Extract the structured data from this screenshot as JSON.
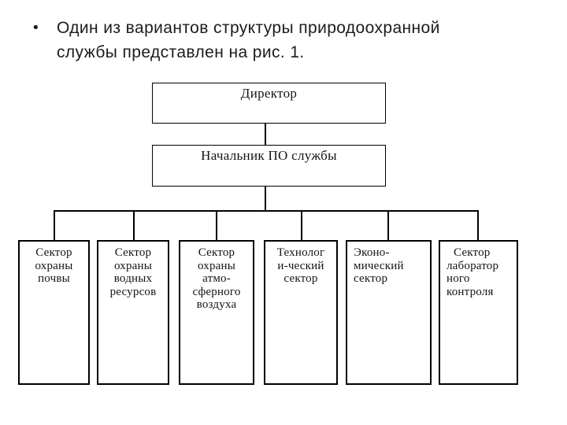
{
  "slide": {
    "title": {
      "bullet": "•",
      "line1": "Один из вариантов структуры природоохранной",
      "line2": "службы представлен на рис. 1."
    }
  },
  "org_chart": {
    "director": {
      "label": "Директор"
    },
    "chief": {
      "label": "Начальник ПО службы"
    },
    "sectors": [
      {
        "text": "Сектор охраны почвы",
        "lines": [
          "Сектор",
          "охраны",
          "почвы"
        ]
      },
      {
        "text": "Сектор охраны водных ресурсов",
        "lines": [
          "Сектор",
          "охраны",
          "водных",
          "ресурсов"
        ]
      },
      {
        "text": "Сектор охраны атмо­сферного воздуха",
        "lines": [
          "Сектор",
          "охраны",
          "атмо-",
          "сферного",
          "воздуха"
        ]
      },
      {
        "text": "Технолог­и-ческий сектор",
        "lines": [
          "Технолог",
          "и-ческий",
          "сектор"
        ]
      },
      {
        "text": "Эконо­мический сектор",
        "lines": [
          "Эконо-",
          "мический",
          "сектор"
        ]
      },
      {
        "text": "Сектор лаборатор­ного контроля",
        "lines": [
          "Сектор",
          "лаборатор",
          "ного",
          "контроля"
        ]
      }
    ]
  },
  "colors": {
    "background": "#ffffff",
    "line": "#000000",
    "text": "#1c1c1c"
  }
}
